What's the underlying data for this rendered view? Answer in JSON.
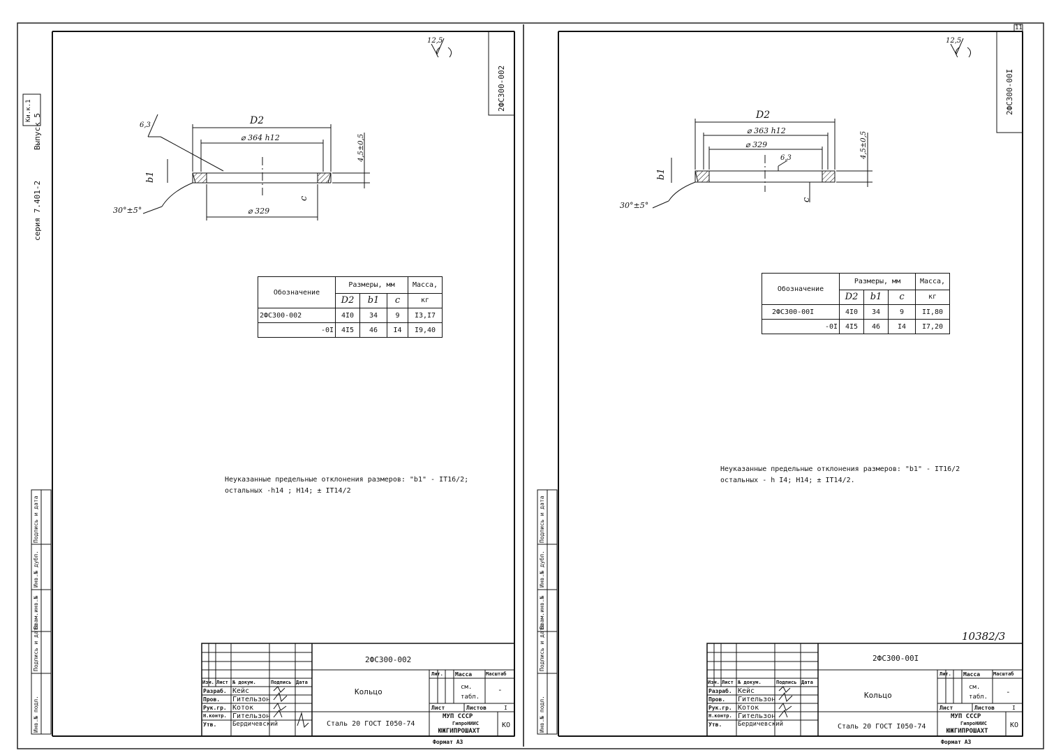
{
  "series_side_text": {
    "series": "серия 7.401-2",
    "issue": "Выпуск 5",
    "sheet_label": "Ки.к.1"
  },
  "stamp_side_labels": [
    "Инв.№ подл.",
    "Подпись и дата",
    "Взам.инв.№",
    "Инв.№ дубл.",
    "Подпись и дата"
  ],
  "sheet_number": "11",
  "album_number": "10382/3",
  "drawings": [
    {
      "side_code": "2ФС300-002",
      "roughness": "12,5",
      "dims": {
        "D2": "D2",
        "outer": "⌀ 364 h12",
        "inner": "⌀ 329",
        "height": "4,5±0,5",
        "b1": "b1",
        "c": "c",
        "angle": "30°±5°",
        "rough_chamfer": "6,3"
      },
      "table": {
        "col_designation": "Обозначение",
        "col_sizes": "Размеры, мм",
        "col_mass": "Масса,",
        "col_mass_unit": "кг",
        "sub_D2": "D2",
        "sub_b1": "b1",
        "sub_c": "c",
        "rows": [
          {
            "designation": "2ФС300-002",
            "D2": "4I0",
            "b1": "34",
            "c": "9",
            "mass": "I3,I7"
          },
          {
            "designation": "-0I",
            "D2": "4I5",
            "b1": "46",
            "c": "I4",
            "mass": "I9,40"
          }
        ]
      },
      "note_line1": "Неуказанные предельные отклонения размеров: \"b1\" - IT16/2;",
      "note_line2": "остальных -h14 ; H14; ± IT14/2",
      "title_block": {
        "code": "2ФС300-002",
        "name": "Кольцо",
        "material": "Сталь 20 ГОСТ I050-74",
        "headers": [
          "Изм.",
          "Лист",
          "№ докум.",
          "Подпись",
          "Дата"
        ],
        "roles": [
          "Разраб.",
          "Пров.",
          "Рук.гр.",
          "Н.контр.",
          "Утв."
        ],
        "people": [
          "Кейс",
          "Гительзон",
          "Коток",
          "Гительзон",
          "Бердичевский"
        ],
        "lit": "Лит.",
        "mass": "Масса",
        "scale": "Масштаб",
        "mass_value": "см. табл.",
        "scale_value": "-",
        "sheet": "Лист",
        "sheets": "Листов",
        "sheets_value": "I",
        "org1": "МУП СССР",
        "org2": "ГипроНИИС",
        "org3": "ЮЖГИПРОШАХТ",
        "ko": "КО",
        "format": "Формат А3"
      }
    },
    {
      "side_code": "2ФС300-00I",
      "roughness": "12,5",
      "dims": {
        "D2": "D2",
        "outer": "⌀ 363 h12",
        "inner": "⌀ 329",
        "height": "4,5±0,5",
        "b1": "b1",
        "c": "c",
        "angle": "30°±5°",
        "rough_chamfer": "6,3"
      },
      "table": {
        "col_designation": "Обозначение",
        "col_sizes": "Размеры, мм",
        "col_mass": "Масса,",
        "col_mass_unit": "кг",
        "sub_D2": "D2",
        "sub_b1": "b1",
        "sub_c": "c",
        "rows": [
          {
            "designation": "2ФС300-00I",
            "D2": "4I0",
            "b1": "34",
            "c": "9",
            "mass": "II,80"
          },
          {
            "designation": "-0I",
            "D2": "4I5",
            "b1": "46",
            "c": "I4",
            "mass": "I7,20"
          }
        ]
      },
      "note_line1": "Неуказанные предельные отклонения размеров: \"b1\" - IT16/2",
      "note_line2": "остальных - h I4; H14; ± IT14/2.",
      "title_block": {
        "code": "2ФС300-00I",
        "name": "Кольцо",
        "material": "Сталь 20 ГОСТ I050-74",
        "headers": [
          "Изм.",
          "Лист",
          "№ докум.",
          "Подпись",
          "Дата"
        ],
        "roles": [
          "Разраб.",
          "Пров.",
          "Рук.гр.",
          "Н.контр.",
          "Утв."
        ],
        "people": [
          "Кейс",
          "Гительзон",
          "Коток",
          "Гительзон",
          "Бердичевский"
        ],
        "lit": "Лит.",
        "mass": "Масса",
        "scale": "Масштаб",
        "mass_value": "см. табл.",
        "scale_value": "-",
        "sheet": "Лист",
        "sheets": "Листов",
        "sheets_value": "I",
        "org1": "МУП СССР",
        "org2": "ГипроНИИС",
        "org3": "ЮЖГИПРОШАХТ",
        "ko": "КО",
        "format": "Формат А3"
      }
    }
  ]
}
